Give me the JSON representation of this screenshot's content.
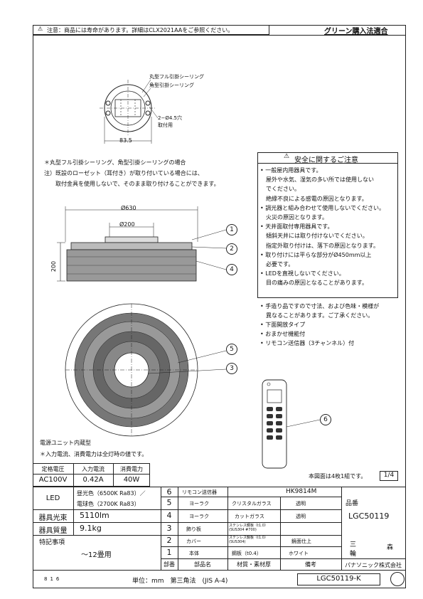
{
  "header": {
    "notice": "注意：商品には寿命があります。詳細はCLX2021AAをご参照ください。",
    "green_label": "グリーン購入法適合"
  },
  "top_drawing": {
    "label_round": "丸型フル引掛シーリング",
    "label_square": "角型引掛シーリング",
    "hole": "2−Ø4.5穴",
    "mount": "取付用",
    "dim": "83.5"
  },
  "install_note": {
    "line1": "＊丸型フル引掛シーリング、角型引掛シーリングの場合",
    "line2": "注）既設のローゼット（耳付き）が取り付いている場合には、",
    "line3": "取付金具を使用しないで、そのまま取り付けることができます。"
  },
  "side_drawing": {
    "dia_outer": "Ø630",
    "dia_inner": "Ø200",
    "height": "200"
  },
  "callouts": [
    "1",
    "2",
    "3",
    "4",
    "5",
    "6"
  ],
  "safety": {
    "title": "安全に関するご注意",
    "items": [
      {
        "bullet": "•",
        "text": "一般屋内用器具です。"
      },
      {
        "bullet": "",
        "text": "屋外や水気、湿気の多い所では使用しない"
      },
      {
        "bullet": "",
        "text": "でください。"
      },
      {
        "bullet": "",
        "text": "絶縁不良による感電の原因となります。"
      },
      {
        "bullet": "•",
        "text": "調光器と組み合わせて使用しないでください。"
      },
      {
        "bullet": "",
        "text": "火災の原因となります。"
      },
      {
        "bullet": "•",
        "text": "天井面取付専用器具です。"
      },
      {
        "bullet": "",
        "text": "傾斜天井には取り付けないでください。"
      },
      {
        "bullet": "",
        "text": "指定外取り付けは、落下の原因となります。"
      },
      {
        "bullet": "•",
        "text": "取り付けには平らな部分がØ450mm以上"
      },
      {
        "bullet": "",
        "text": "必要です。"
      },
      {
        "bullet": "•",
        "text": "LEDを直視しないでください。"
      },
      {
        "bullet": "",
        "text": "目の痛みの原因となることがあります。"
      }
    ]
  },
  "features": [
    "• 手造り品ですので寸法、および色味・模様が",
    "　異なることがあります。ご了承ください。",
    "• 下面開放タイプ",
    "• おまかせ機能付",
    "• リモコン送信器（3チャンネル）付"
  ],
  "power_note": {
    "line1": "電源ユニット内蔵型",
    "line2": "＊入力電流、消費電力は全灯時の値です。"
  },
  "spec_table": {
    "headers": [
      "定格電圧",
      "入力電流",
      "消費電力"
    ],
    "values": [
      "AC100V",
      "0.42A",
      "40W"
    ]
  },
  "spec_rows": [
    {
      "label": "LED",
      "value1": "昼光色（6500K Ra83）／",
      "value2": "電球色（2700K Ra83）"
    },
    {
      "label": "器具光束",
      "value1": "5110lm"
    },
    {
      "label": "器具質量",
      "value1": "9.1kg"
    },
    {
      "label": "特記事項",
      "value1": "〜12畳用"
    }
  ],
  "scale_note": "本図面は4枚1組です。",
  "sheet": "1/4",
  "parts": [
    {
      "no": "6",
      "name": "リモコン送信器",
      "material": "HK9814M",
      "finish": ""
    },
    {
      "no": "5",
      "name": "ヨーラク",
      "material": "クリスタルガラス",
      "finish": "透明"
    },
    {
      "no": "4",
      "name": "ヨーラク",
      "material": "カットガラス",
      "finish": "透明"
    },
    {
      "no": "3",
      "name": "飾り板",
      "material": "ステンレス鋼板（t1.0）(SUS304 #700)",
      "finish": ""
    },
    {
      "no": "2",
      "name": "カバー",
      "material": "ステンレス鋼板（t1.0）(SUS304)",
      "finish": "鏡面仕上"
    },
    {
      "no": "1",
      "name": "本体",
      "material": "鋼板（t0.4）",
      "finish": "ホワイト"
    }
  ],
  "parts_header": {
    "no": "部番",
    "name": "部品名",
    "material": "材質・素材厚",
    "finish": "備考"
  },
  "title_block": {
    "hinban_label": "品番",
    "hinban": "LGC50119",
    "maker_a": "三",
    "maker_b": "森",
    "maker_c": "輪",
    "company": "パナソニック株式会社"
  },
  "footer": {
    "code_small": "816",
    "unit": "単位：mm　第三角法　(JIS A-4)",
    "doc_no": "LGC50119-K"
  }
}
